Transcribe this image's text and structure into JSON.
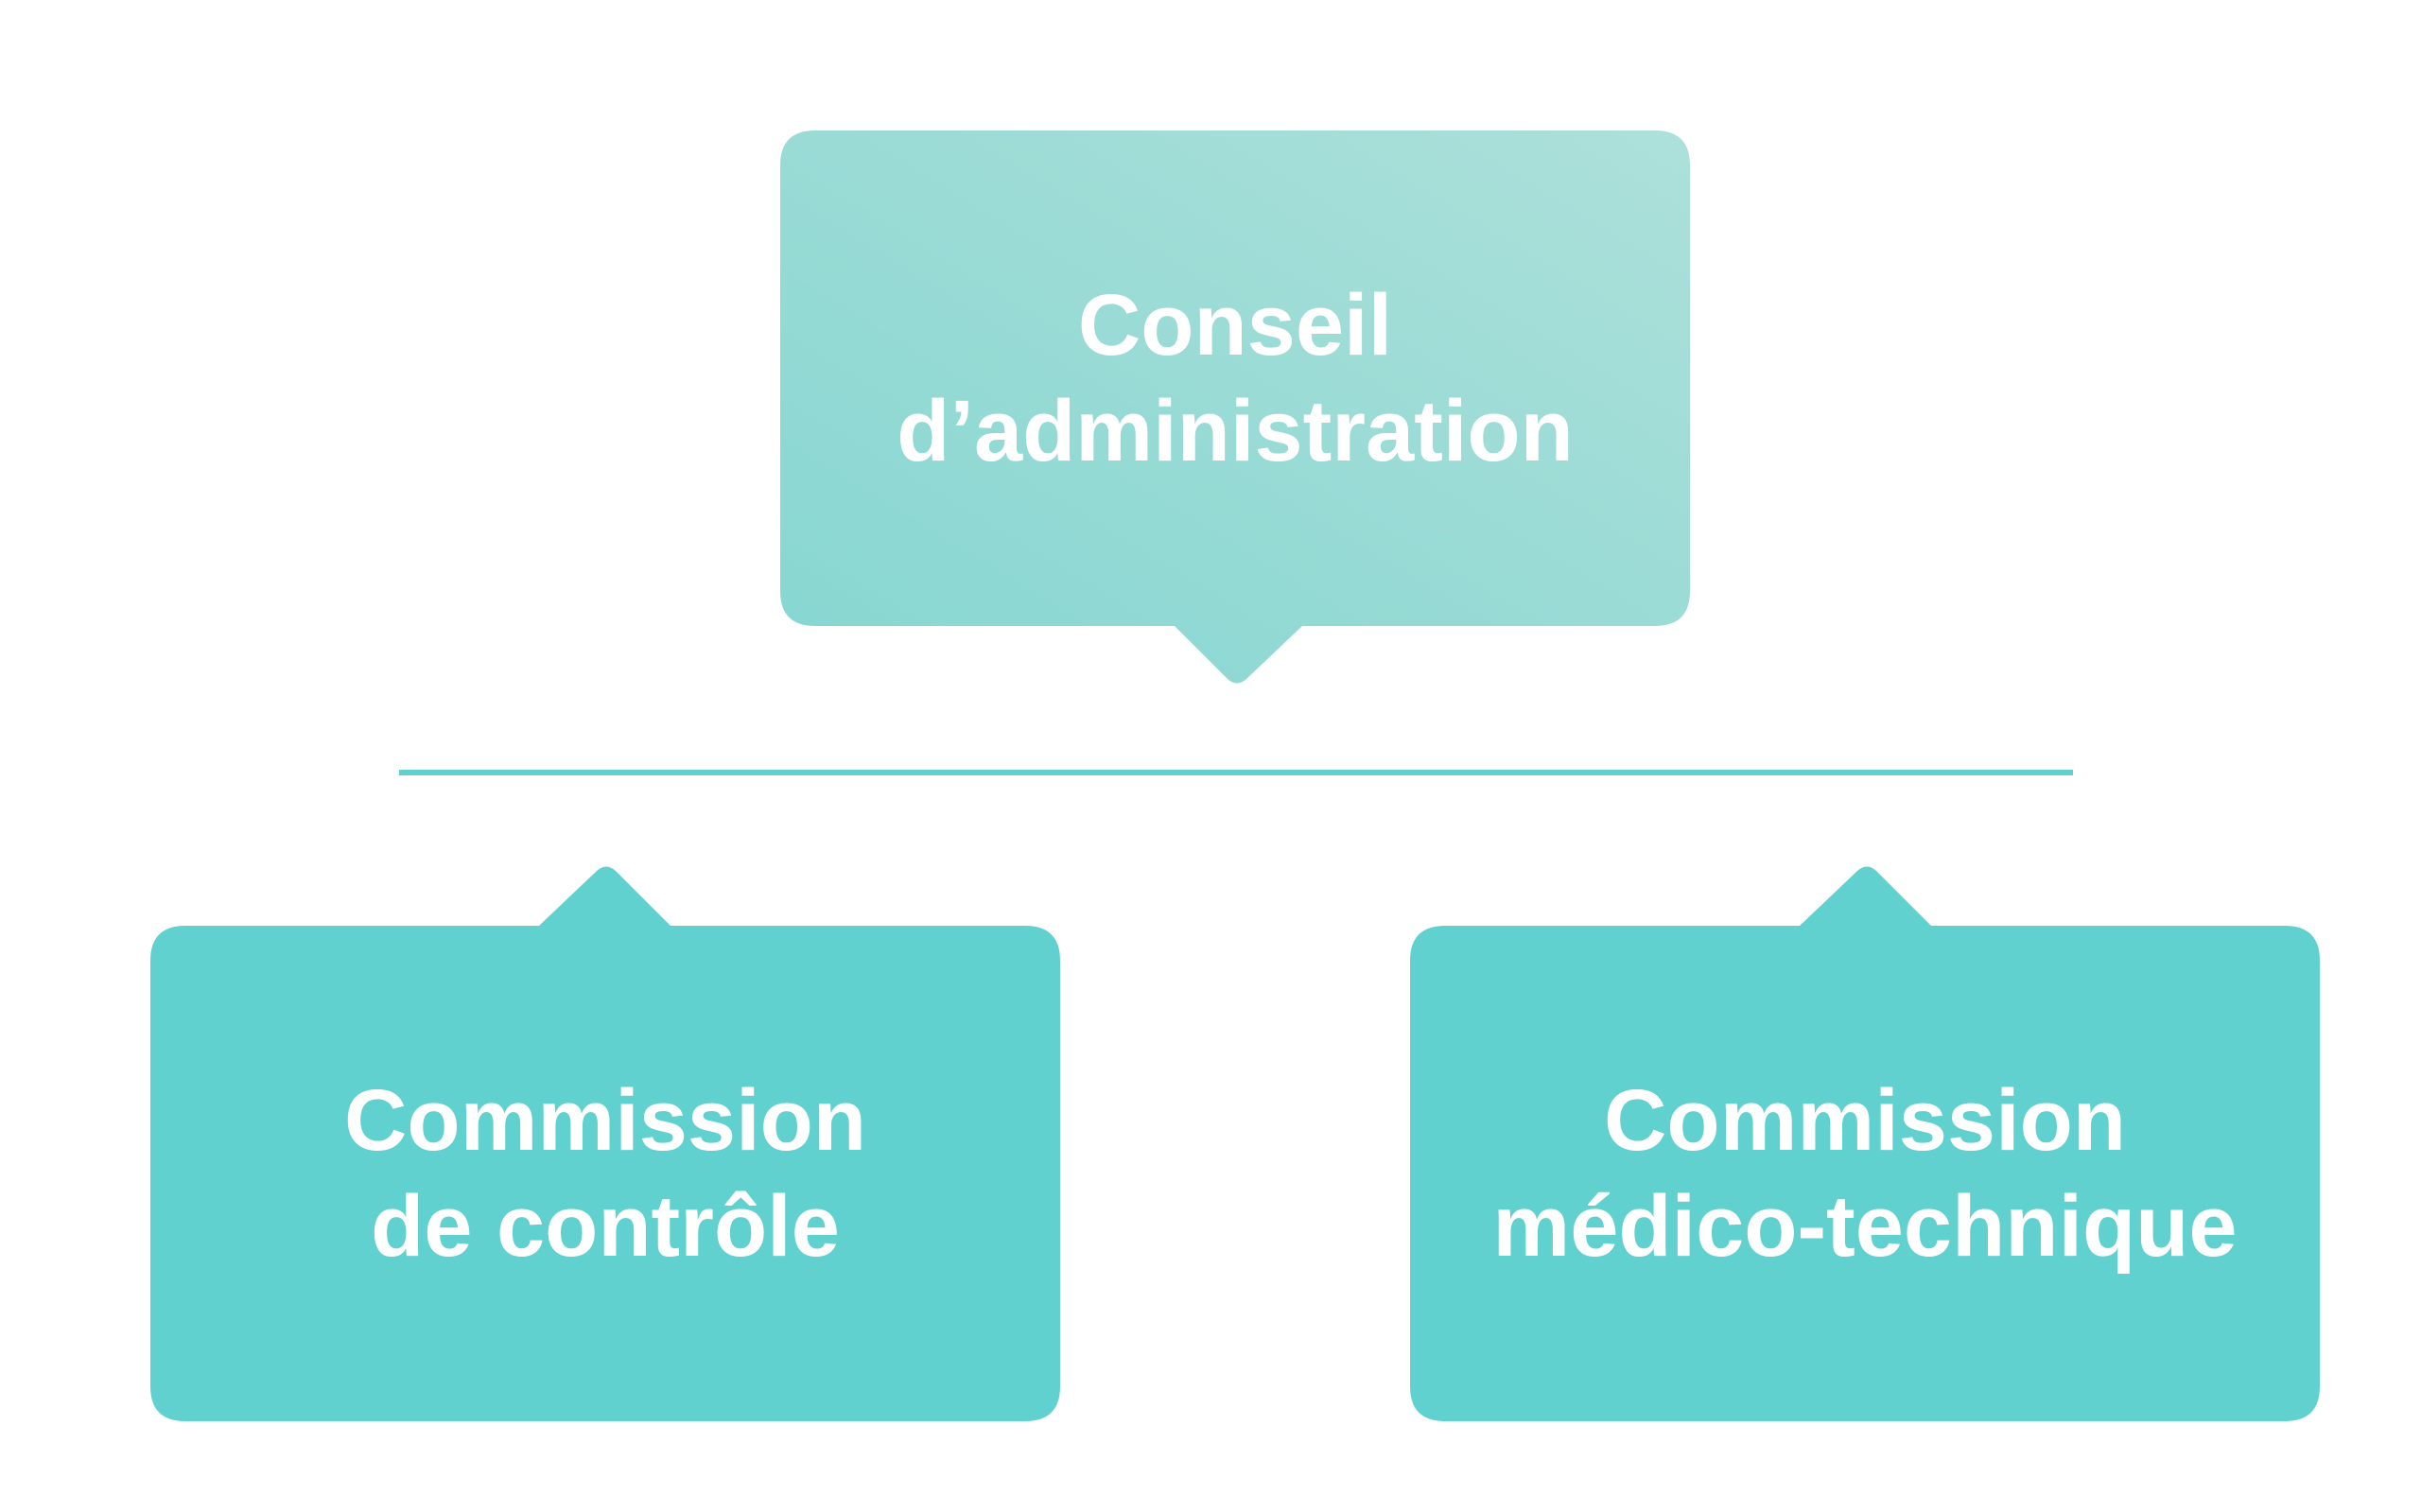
{
  "diagram": {
    "colors": {
      "box_gradient_start": "#86d6d1",
      "box_gradient_end": "#ade0da",
      "box_fill": "#60d1ce",
      "connector": "#60d1ce",
      "text": "#ffffff"
    },
    "top_box": {
      "line1": "Conseil",
      "line2": "d’administration"
    },
    "left_box": {
      "line1": "Commission",
      "line2": "de contrôle"
    },
    "right_box": {
      "line1": "Commission",
      "line2": "médico-technique"
    }
  }
}
